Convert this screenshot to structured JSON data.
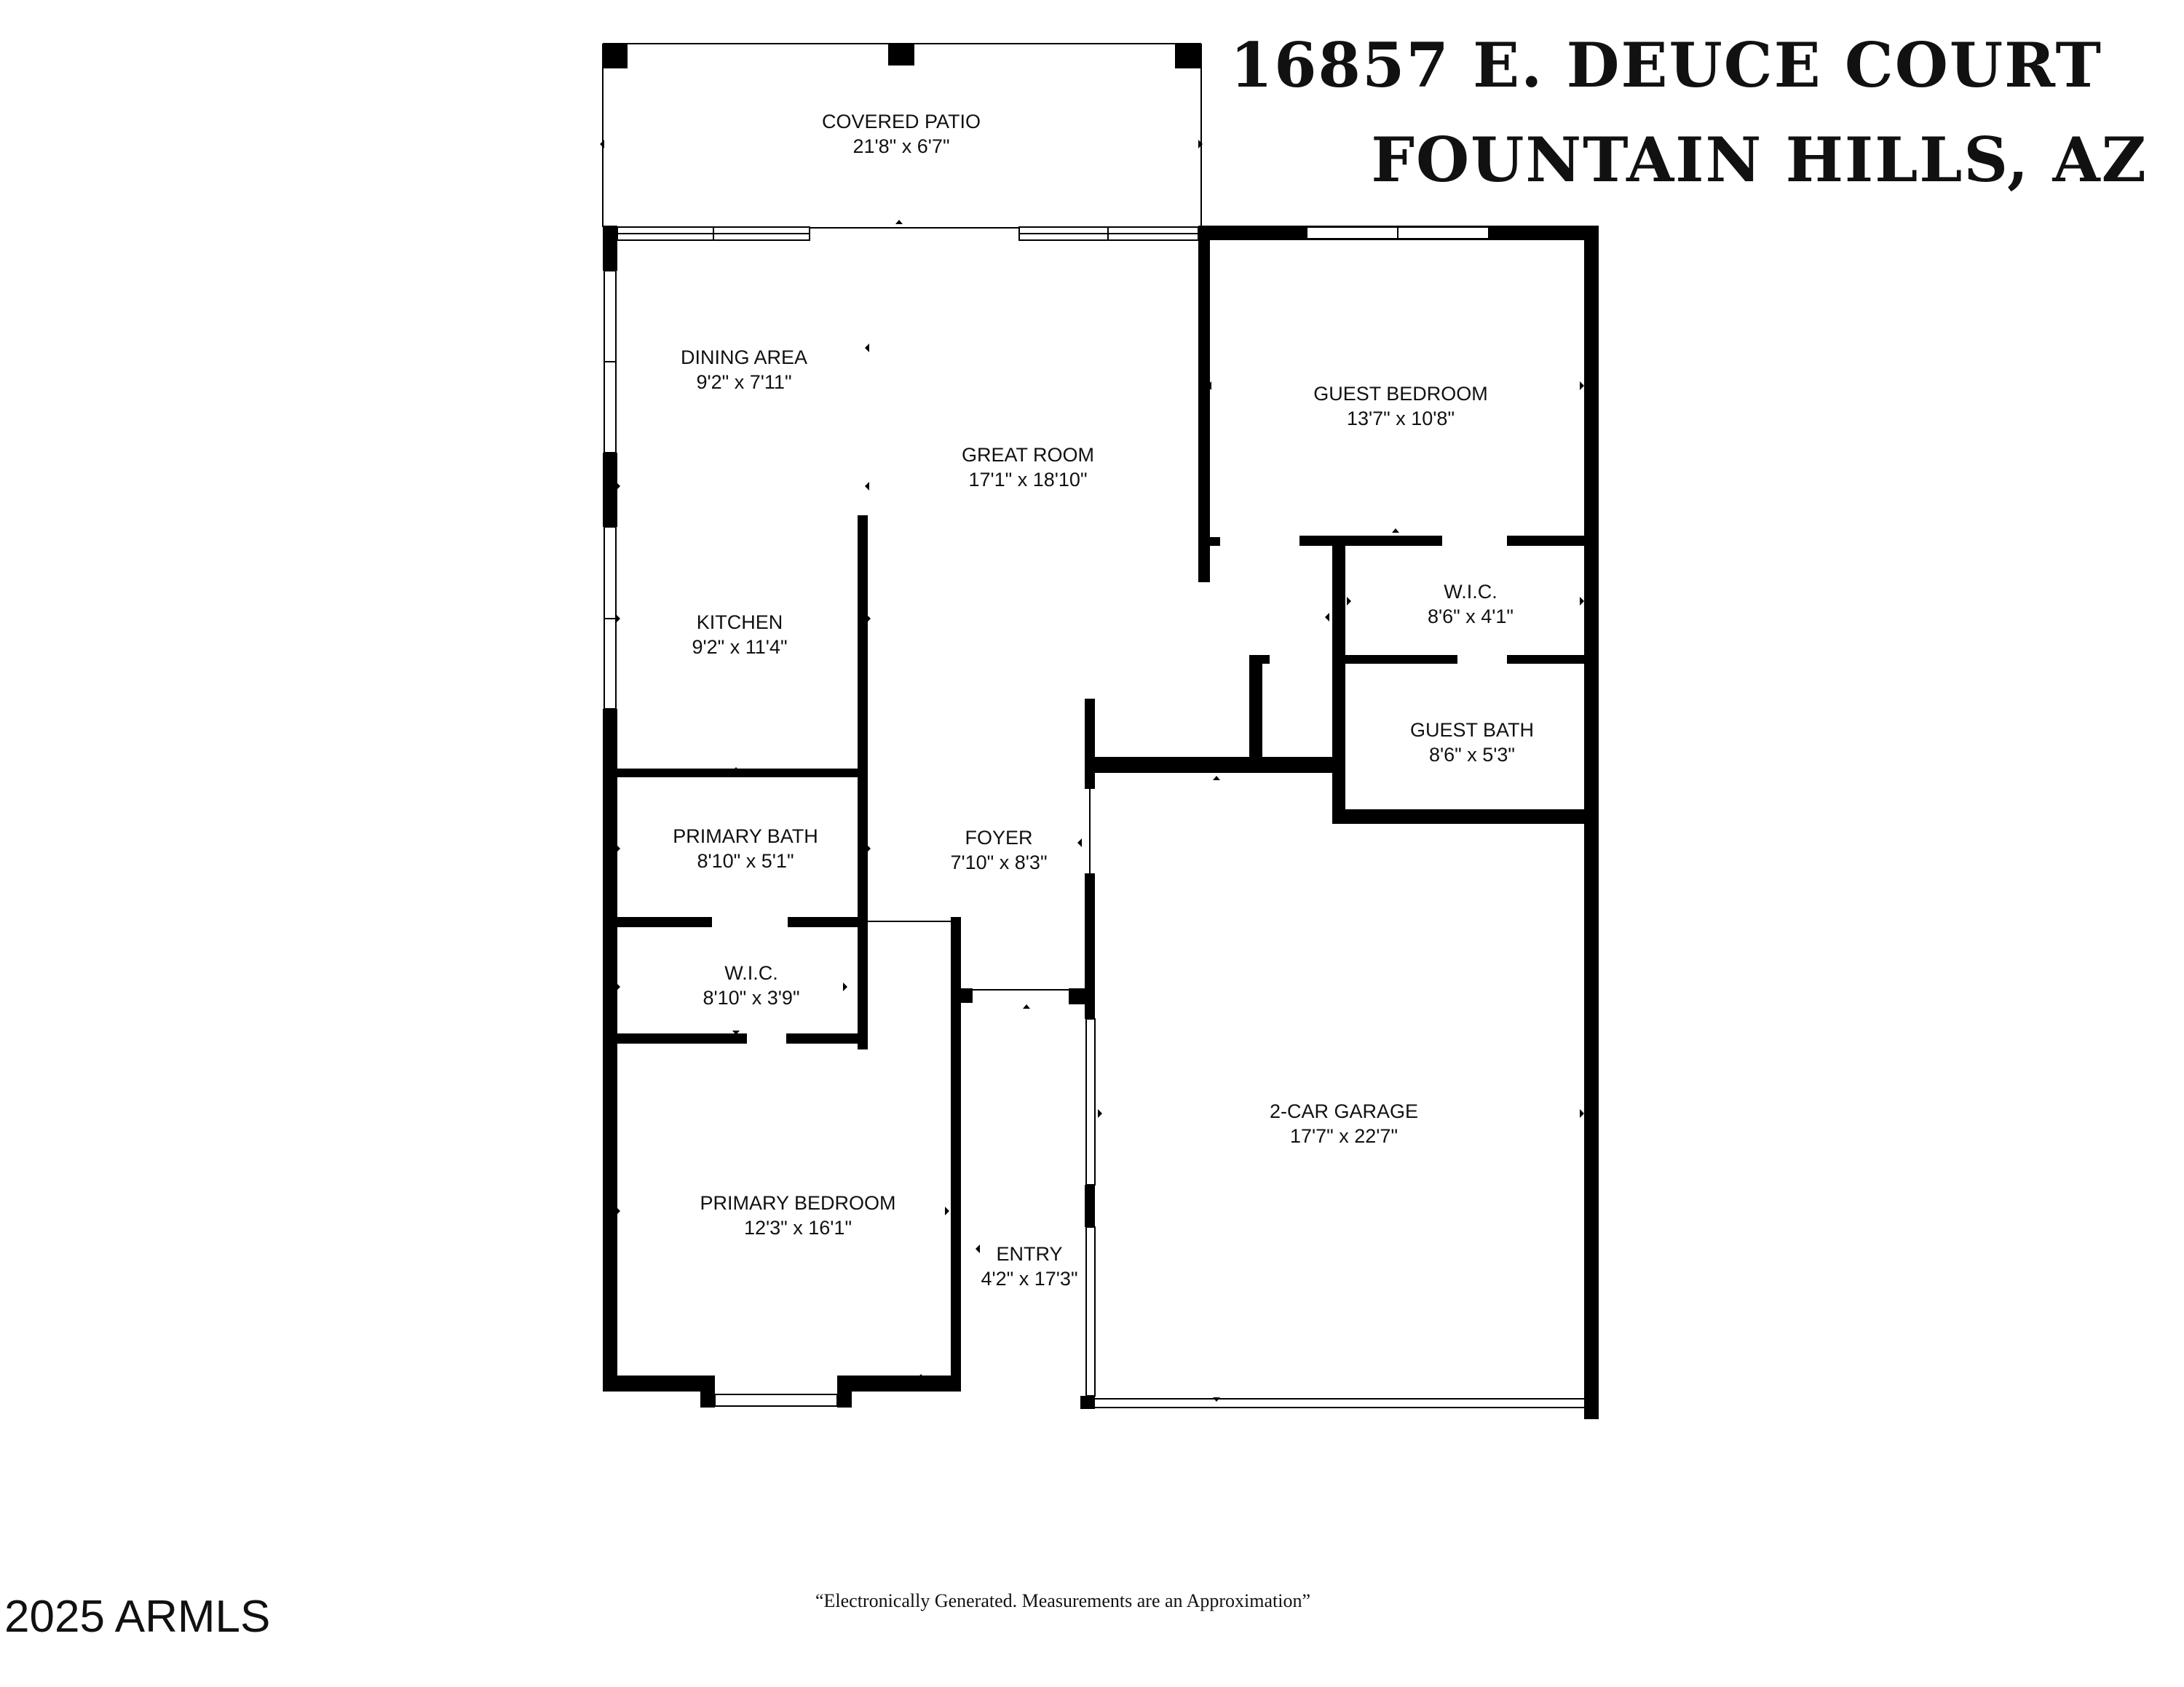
{
  "header": {
    "address_line1": "16857 E. DEUCE COURT",
    "address_line2": "FOUNTAIN HILLS, AZ"
  },
  "rooms": {
    "covered_patio": {
      "name": "COVERED PATIO",
      "dims": "21'8\" x 6'7\""
    },
    "dining_area": {
      "name": "DINING AREA",
      "dims": "9'2\" x 7'11\""
    },
    "great_room": {
      "name": "GREAT ROOM",
      "dims": "17'1\" x 18'10\""
    },
    "guest_bedroom": {
      "name": "GUEST BEDROOM",
      "dims": "13'7\" x 10'8\""
    },
    "wic_guest": {
      "name": "W.I.C.",
      "dims": "8'6\" x 4'1\""
    },
    "kitchen": {
      "name": "KITCHEN",
      "dims": "9'2\" x 11'4\""
    },
    "guest_bath": {
      "name": "GUEST BATH",
      "dims": "8'6\" x 5'3\""
    },
    "primary_bath": {
      "name": "PRIMARY BATH",
      "dims": "8'10\" x 5'1\""
    },
    "foyer": {
      "name": "FOYER",
      "dims": "7'10\" x 8'3\""
    },
    "wic_primary": {
      "name": "W.I.C.",
      "dims": "8'10\" x 3'9\""
    },
    "garage": {
      "name": "2-CAR GARAGE",
      "dims": "17'7\" x 22'7\""
    },
    "primary_bedroom": {
      "name": "PRIMARY BEDROOM",
      "dims": "12'3\" x 16'1\""
    },
    "entry": {
      "name": "ENTRY",
      "dims": "4'2\" x 17'3\""
    }
  },
  "footer": {
    "copyright": "2025 ARMLS",
    "disclaimer": "“Electronically Generated.  Measurements are an Approximation”"
  }
}
